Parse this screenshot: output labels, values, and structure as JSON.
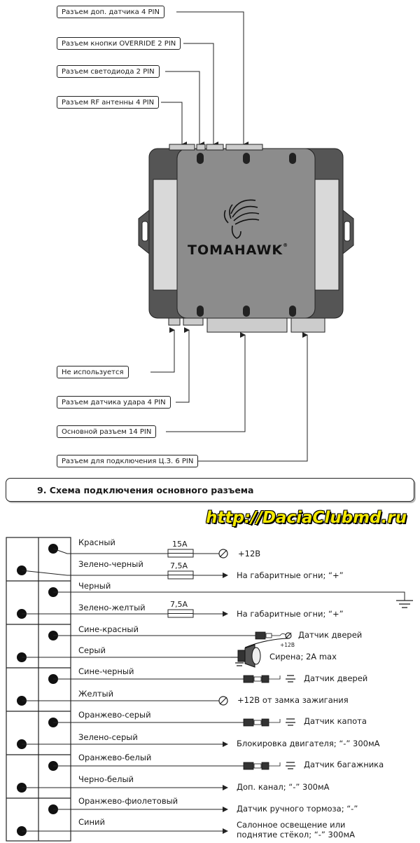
{
  "top_connectors": [
    {
      "label": "Разъем доп. датчика 4 PIN"
    },
    {
      "label": "Разъем кнопки OVERRIDE 2 PIN"
    },
    {
      "label": "Разъем светодиода 2 PIN"
    },
    {
      "label": "Разъем RF антенны 4 PIN"
    }
  ],
  "bottom_connectors": [
    {
      "label": "Не используется"
    },
    {
      "label": "Разъем датчика удара 4 PIN"
    },
    {
      "label": "Основной разъем 14 PIN"
    },
    {
      "label": "Разъем для подключения Ц.З. 6 PIN"
    }
  ],
  "device": {
    "brand": "TOMAHAWK",
    "trademark": "®"
  },
  "section_title": "9. Схема подключения основного разъема",
  "watermark": "http://DaciaClubmd.ru",
  "wires": [
    {
      "color": "Красный",
      "fuse": "15A",
      "dest": "+12В"
    },
    {
      "color": "Зелено-черный",
      "fuse": "7,5А",
      "dest": "На габаритные огни; “+”"
    },
    {
      "color": "Черный",
      "fuse": "",
      "dest": ""
    },
    {
      "color": "Зелено-желтый",
      "fuse": "7,5А",
      "dest": "На габаритные огни; “+”"
    },
    {
      "color": "Сине-красный",
      "fuse": "",
      "dest": "Датчик дверей"
    },
    {
      "color": "Серый",
      "fuse": "",
      "dest": "Сирена; 2A max",
      "note": "+12В"
    },
    {
      "color": "Сине-черный",
      "fuse": "",
      "dest": "Датчик дверей"
    },
    {
      "color": "Желтый",
      "fuse": "",
      "dest": "+12В от замка зажигания"
    },
    {
      "color": "Оранжево-серый",
      "fuse": "",
      "dest": "Датчик капота"
    },
    {
      "color": "Зелено-серый",
      "fuse": "",
      "dest": "Блокировка двигателя; “-” 300мА"
    },
    {
      "color": "Оранжево-белый",
      "fuse": "",
      "dest": "Датчик багажника"
    },
    {
      "color": "Черно-белый",
      "fuse": "",
      "dest": "Доп. канал; “-” 300мА"
    },
    {
      "color": "Оранжево-фиолетовый",
      "fuse": "",
      "dest": "Датчик ручного тормоза; “-”"
    },
    {
      "color": "Синий",
      "fuse": "",
      "dest": "Салонное освещение или поднятие стёкол; “-” 300мА"
    }
  ]
}
